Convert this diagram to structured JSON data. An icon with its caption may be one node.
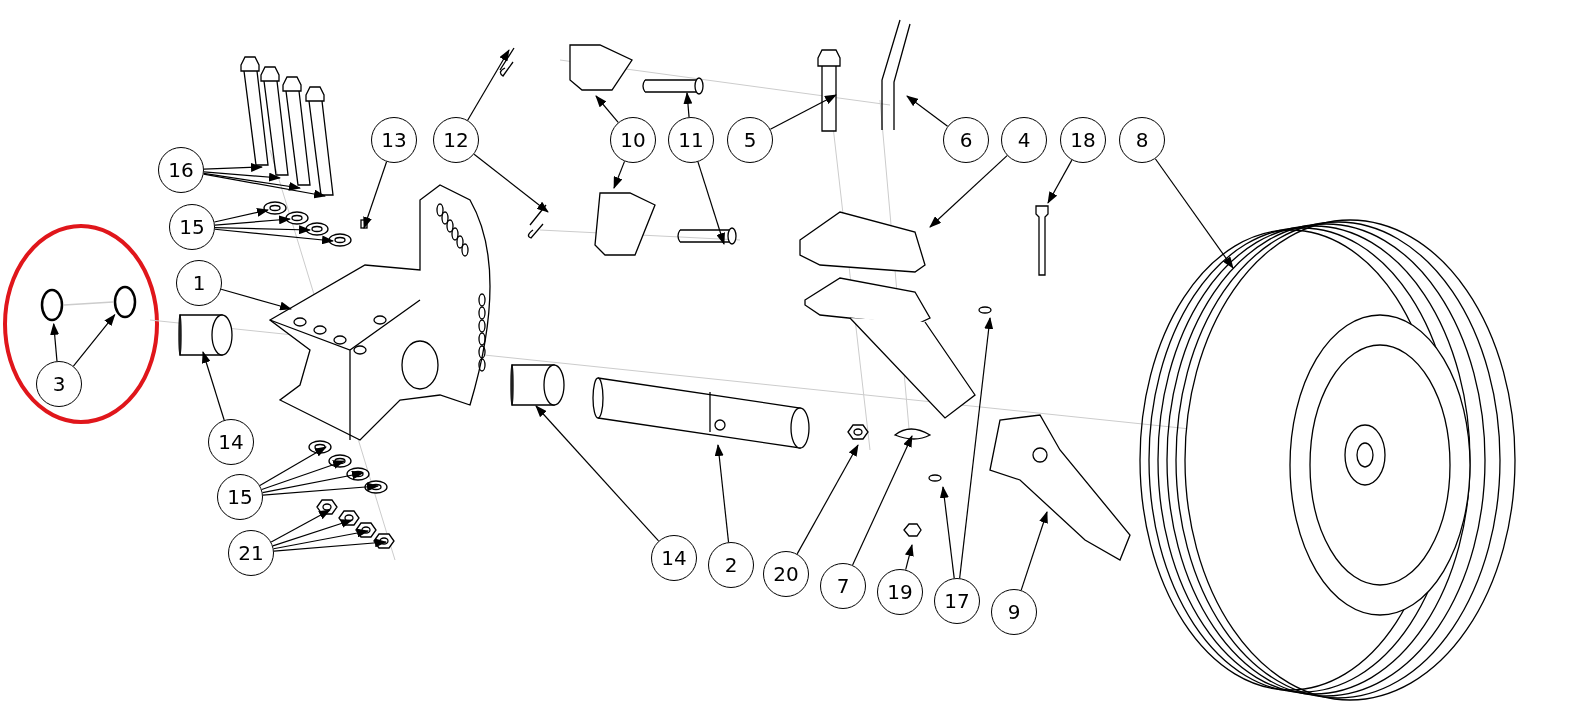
{
  "diagram": {
    "nodes": [
      {
        "text": [
          "16"
        ]
      },
      {
        "text": [
          "15"
        ]
      },
      {
        "text": [
          "1"
        ]
      },
      {
        "text": [
          "3"
        ]
      },
      {
        "text": [
          "14"
        ]
      },
      {
        "text": [
          "15"
        ]
      },
      {
        "text": [
          "21"
        ]
      },
      {
        "text": [
          "13"
        ]
      },
      {
        "text": [
          "12"
        ]
      },
      {
        "text": [
          "10"
        ]
      },
      {
        "text": [
          "11"
        ]
      },
      {
        "text": [
          "5"
        ]
      },
      {
        "text": [
          "6"
        ]
      },
      {
        "text": [
          "4"
        ]
      },
      {
        "text": [
          "18"
        ]
      },
      {
        "text": [
          "8"
        ]
      },
      {
        "text": [
          "14"
        ]
      },
      {
        "text": [
          "2"
        ]
      },
      {
        "text": [
          "20"
        ]
      },
      {
        "text": [
          "7"
        ]
      },
      {
        "text": [
          "19"
        ]
      },
      {
        "text": [
          "17"
        ]
      },
      {
        "text": [
          "9"
        ]
      },
      {
        "text": [],
        "shape": "circle"
      },
      {
        "text": [],
        "shape": "circle"
      }
    ],
    "edges": [
      {
        "from": 0,
        "to": null,
        "arrow": "to"
      },
      {
        "from": 0,
        "to": null,
        "arrow": "to"
      },
      {
        "from": 0,
        "to": null,
        "arrow": "to"
      },
      {
        "from": 0,
        "to": null,
        "arrow": "to"
      },
      {
        "from": 1,
        "to": null,
        "arrow": "to"
      },
      {
        "from": 1,
        "to": null,
        "arrow": "to"
      },
      {
        "from": 1,
        "to": null,
        "arrow": "to"
      },
      {
        "from": 1,
        "to": null,
        "arrow": "to"
      },
      {
        "from": 2,
        "to": null,
        "arrow": "to"
      },
      {
        "from": 3,
        "to": 23,
        "arrow": "to"
      },
      {
        "from": 3,
        "to": 24,
        "arrow": "to"
      },
      {
        "from": 4,
        "to": null,
        "arrow": "to"
      },
      {
        "from": 5,
        "to": null,
        "arrow": "to"
      },
      {
        "from": 5,
        "to": null,
        "arrow": "to"
      },
      {
        "from": 5,
        "to": null,
        "arrow": "to"
      },
      {
        "from": 5,
        "to": null,
        "arrow": "to"
      },
      {
        "from": 6,
        "to": null,
        "arrow": "to"
      },
      {
        "from": 6,
        "to": null,
        "arrow": "to"
      },
      {
        "from": 6,
        "to": null,
        "arrow": "to"
      },
      {
        "from": 6,
        "to": null,
        "arrow": "to"
      },
      {
        "from": 7,
        "to": null,
        "arrow": "to"
      },
      {
        "from": 8,
        "to": null,
        "arrow": "to"
      },
      {
        "from": 8,
        "to": null,
        "arrow": "to"
      },
      {
        "from": 9,
        "to": null,
        "arrow": "to"
      },
      {
        "from": 9,
        "to": null,
        "arrow": "to"
      },
      {
        "from": 10,
        "to": null,
        "arrow": "to"
      },
      {
        "from": 10,
        "to": null,
        "arrow": "to"
      },
      {
        "from": 11,
        "to": null,
        "arrow": "to"
      },
      {
        "from": 12,
        "to": null,
        "arrow": "to"
      },
      {
        "from": 13,
        "to": null,
        "arrow": "to"
      },
      {
        "from": 14,
        "to": null,
        "arrow": "to"
      },
      {
        "from": 15,
        "to": null,
        "arrow": "to"
      },
      {
        "from": 16,
        "to": null,
        "arrow": "to"
      },
      {
        "from": 17,
        "to": null,
        "arrow": "to"
      },
      {
        "from": 18,
        "to": null,
        "arrow": "to"
      },
      {
        "from": 19,
        "to": null,
        "arrow": "to"
      },
      {
        "from": 20,
        "to": null,
        "arrow": "to"
      },
      {
        "from": 21,
        "to": null,
        "arrow": "to"
      },
      {
        "from": 21,
        "to": null,
        "arrow": "to"
      },
      {
        "from": 22,
        "to": null,
        "arrow": "to"
      }
    ]
  }
}
